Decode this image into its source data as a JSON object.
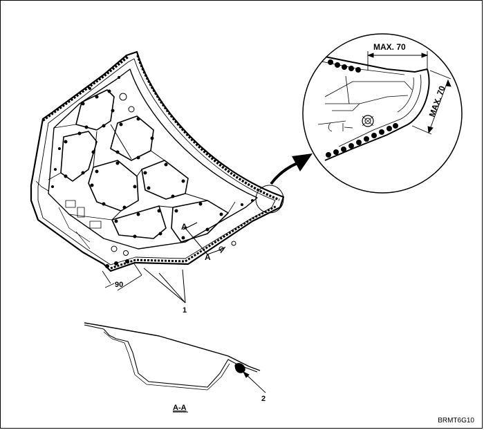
{
  "labels": {
    "max_top": "MAX. 70",
    "max_side": "MAX. 70",
    "dim_90": "90",
    "callout_1": "1",
    "callout_2": "2",
    "section_a_1": "A",
    "section_a_2": "A",
    "section_view": "A-A",
    "figure_code": "BRMT6G10"
  }
}
